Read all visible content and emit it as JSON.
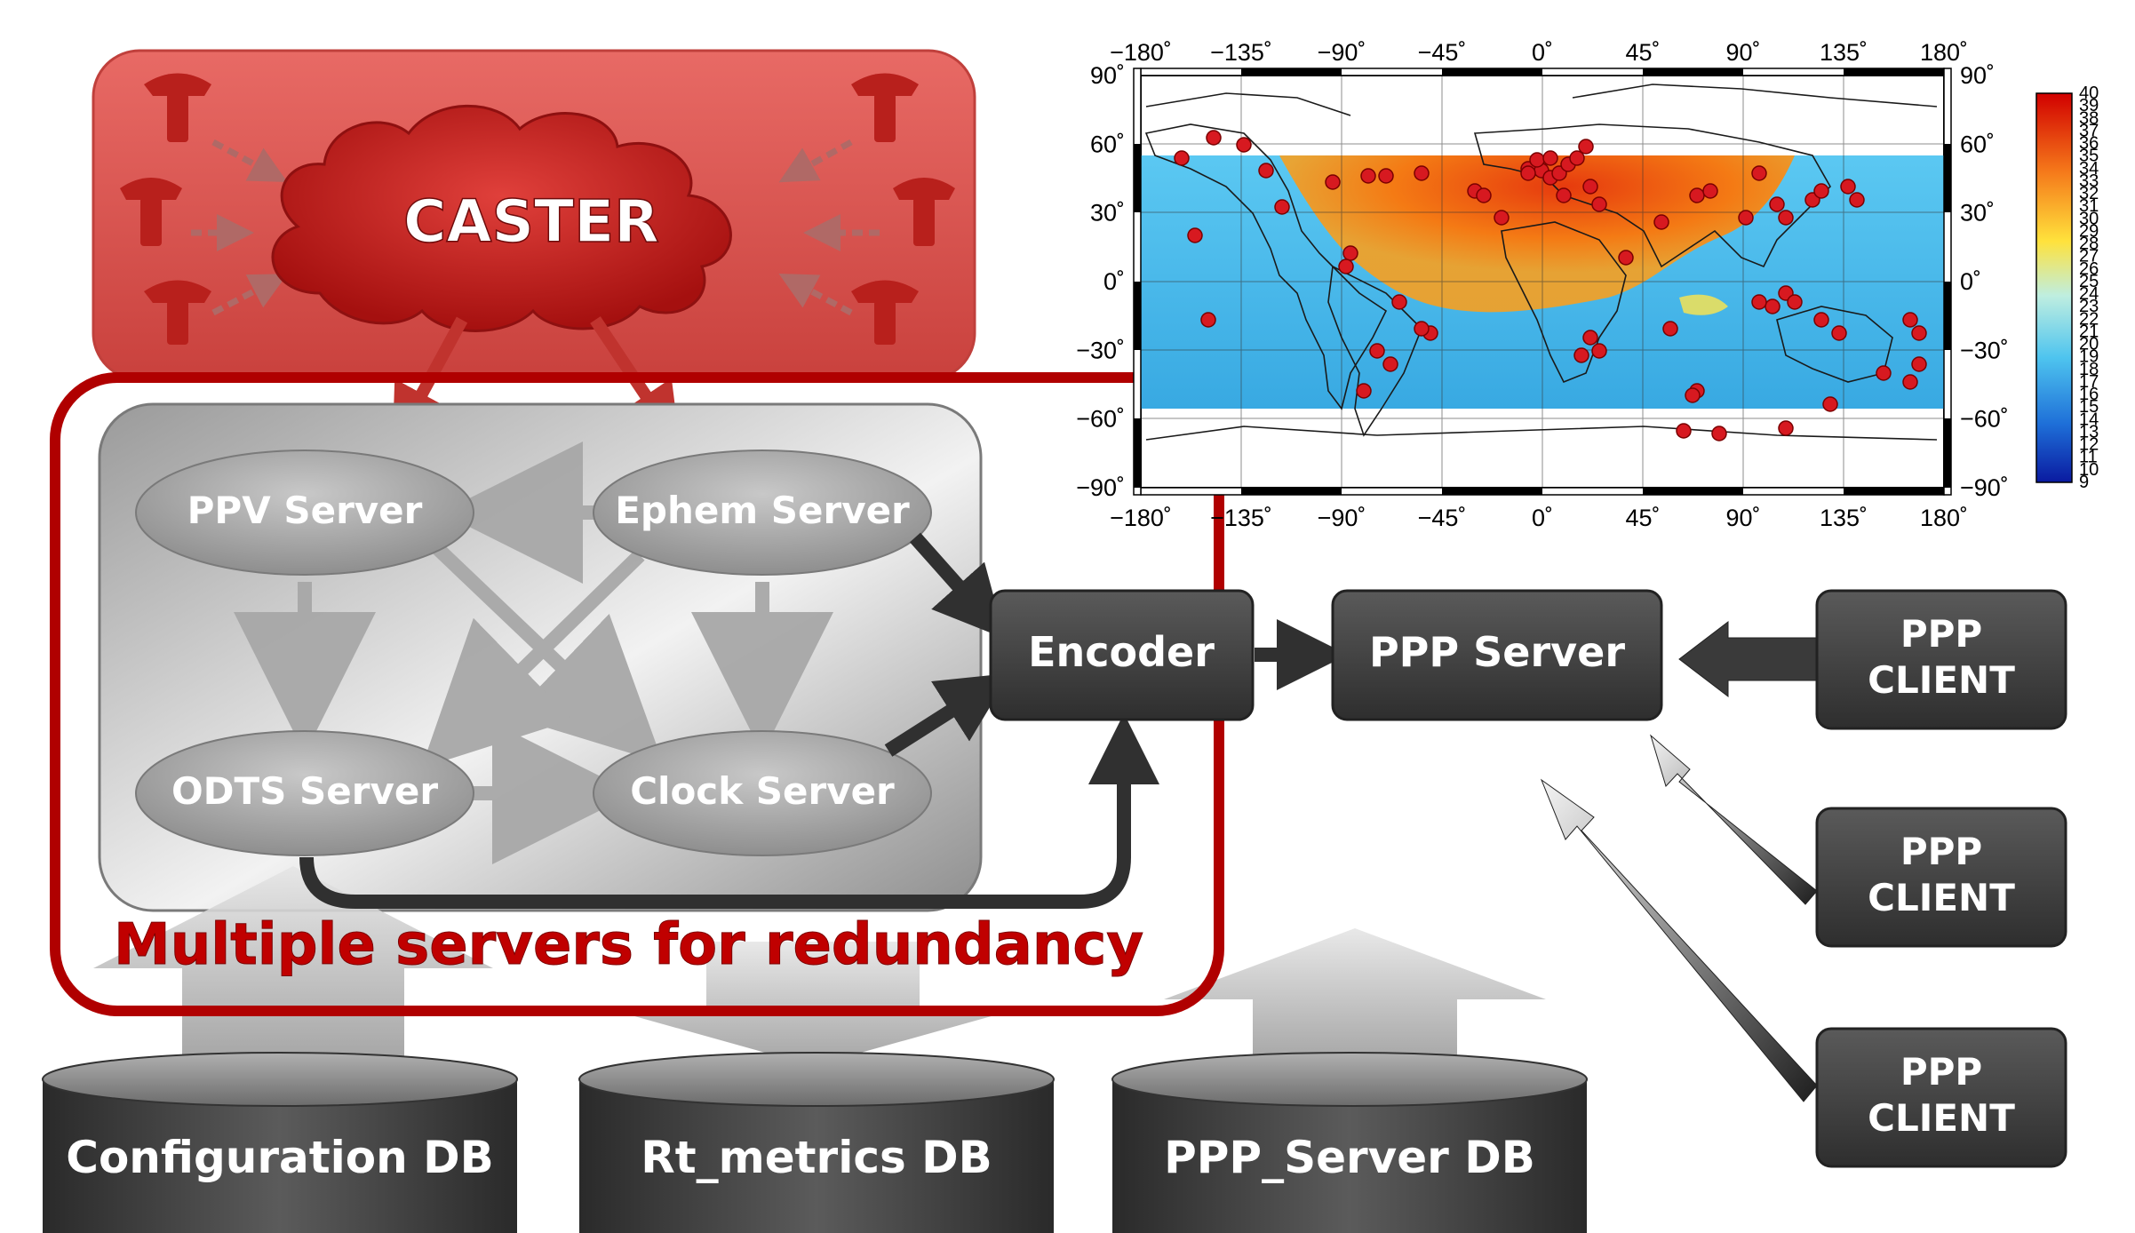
{
  "caster": {
    "label": "CASTER"
  },
  "servers": {
    "ppv": "PPV Server",
    "ephem": "Ephem Server",
    "odts": "ODTS Server",
    "clock": "Clock Server"
  },
  "encoder": "Encoder",
  "ppp_server": "PPP Server",
  "clients": [
    {
      "line1": "PPP",
      "line2": "CLIENT"
    },
    {
      "line1": "PPP",
      "line2": "CLIENT"
    },
    {
      "line1": "PPP",
      "line2": "CLIENT"
    }
  ],
  "redundancy_caption": "Multiple servers for redundancy",
  "databases": [
    "Configuration DB",
    "Rt_metrics DB",
    "PPP_Server DB"
  ],
  "map": {
    "lon_ticks": [
      "−180˚",
      "−135˚",
      "−90˚",
      "−45˚",
      "0˚",
      "45˚",
      "90˚",
      "135˚",
      "180˚"
    ],
    "lat_ticks_left": [
      "90˚",
      "60˚",
      "30˚",
      "0˚",
      "−30˚",
      "−60˚",
      "−90˚"
    ],
    "lat_ticks_right": [
      "90˚",
      "60˚",
      "30˚",
      "0˚",
      "−30˚",
      "−60˚",
      "−90˚"
    ],
    "colorbar_labels": [
      "40",
      "39",
      "38",
      "37",
      "36",
      "35",
      "34",
      "33",
      "32",
      "31",
      "30",
      "29",
      "28",
      "27",
      "26",
      "25",
      "24",
      "23",
      "22",
      "21",
      "20",
      "19",
      "18",
      "17",
      "16",
      "15",
      "14",
      "13",
      "12",
      "11",
      "10",
      "9"
    ],
    "colors": {
      "caster": "#d9534f",
      "server_dark": "#3c3c3c",
      "highlight": "#b00000",
      "station": "#d71920"
    }
  }
}
